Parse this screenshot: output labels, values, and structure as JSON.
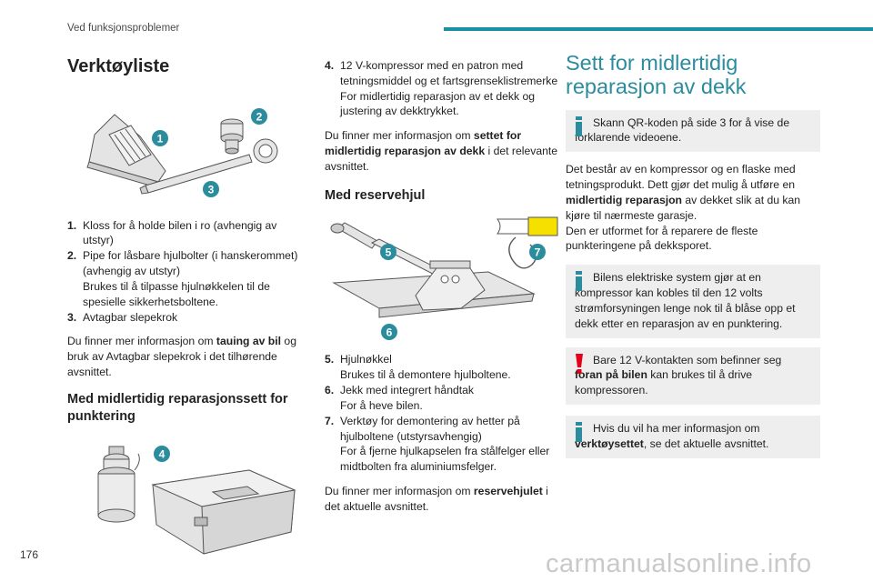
{
  "header": {
    "section_title": "Ved funksjonsproblemer",
    "accent_color": "#1d8fa3"
  },
  "page_number": "176",
  "watermark": "carmanualsonline.info",
  "left_column": {
    "title": "Verktøyliste",
    "image1_callouts": [
      "1",
      "2",
      "3"
    ],
    "list": [
      {
        "num": "1.",
        "text": "Kloss for å holde bilen i ro (avhengig av utstyr)"
      },
      {
        "num": "2.",
        "text": "Pipe for låsbare hjulbolter (i hanskerommet) (avhengig av utstyr)",
        "sub": "Brukes til å tilpasse hjulnøkkelen til de spesielle sikkerhetsboltene."
      },
      {
        "num": "3.",
        "text": "Avtagbar slepekrok"
      }
    ],
    "para_pre": "Du finner mer informasjon om ",
    "para_bold": "tauing av bil",
    "para_post": " og bruk av Avtagbar slepekrok i det tilhørende avsnittet.",
    "subtitle": "Med midlertidig reparasjonssett for punktering",
    "image2_callouts": [
      "4"
    ]
  },
  "middle_column": {
    "item4_num": "4.",
    "item4_text": "12 V-kompressor med en patron med tetningsmiddel og et fartsgrenseklistremerke",
    "item4_sub": "For midlertidig reparasjon av et dekk og justering av dekktrykket.",
    "para_pre": "Du finner mer informasjon om ",
    "para_bold": "settet for midlertidig reparasjon av dekk",
    "para_post": " i det relevante avsnittet.",
    "subtitle": "Med reservehjul",
    "image_callouts": [
      "5",
      "6",
      "7"
    ],
    "list": [
      {
        "num": "5.",
        "text": "Hjulnøkkel",
        "sub": "Brukes til å demontere hjulboltene."
      },
      {
        "num": "6.",
        "text": "Jekk med integrert håndtak",
        "sub": "For å heve bilen."
      },
      {
        "num": "7.",
        "text": "Verktøy for demontering av hetter på hjulboltene (utstyrsavhengig)",
        "sub": "For å fjerne hjulkapselen fra stålfelger eller midtbolten fra aluminiumsfelger."
      }
    ],
    "para2_pre": "Du finner mer informasjon om ",
    "para2_bold": "reservehjulet",
    "para2_post": " i det aktuelle avsnittet."
  },
  "right_column": {
    "title": "Sett for midlertidig reparasjon av dekk",
    "note1": "Skann QR-koden på side 3 for å vise de forklarende videoene.",
    "para_a_1": "Det består av en kompressor og en flaske med tetningsprodukt. Dett gjør det mulig å utføre en ",
    "para_a_bold": "midlertidig reparasjon",
    "para_a_2": " av dekket slik at du kan kjøre til nærmeste garasje.",
    "para_a_3": "Den er utformet for å reparere de fleste punkteringene på dekksporet.",
    "note2": "Bilens elektriske system gjør at en kompressor kan kobles til den 12 volts strømforsyningen lenge nok til å blåse opp et dekk etter en reparasjon av en punktering.",
    "warn_pre": "Bare 12 V-kontakten som befinner seg ",
    "warn_bold": "foran på bilen",
    "warn_post": " kan brukes til å drive kompressoren.",
    "note3_pre": "Hvis du vil ha mer informasjon om ",
    "note3_bold": "verktøysettet",
    "note3_post": ", se det aktuelle avsnittet.",
    "info_color": "#2b8c9e",
    "warn_color": "#e3001b"
  },
  "colors": {
    "callout": "#2b8c9e",
    "yellow_tag": "#f5e000"
  }
}
